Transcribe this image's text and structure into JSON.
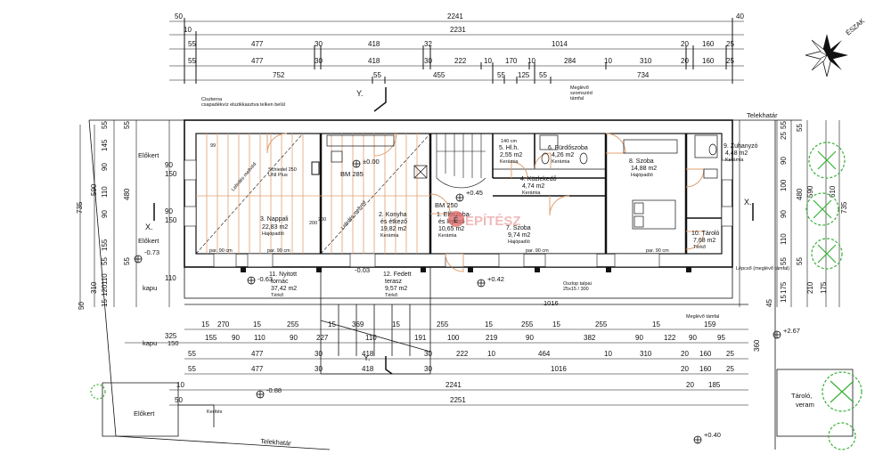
{
  "colors": {
    "wall": "#111111",
    "door": "#e0a070",
    "tree": "#39b139",
    "watermark": "#e06666",
    "accent": "#c0392b"
  },
  "icons": {
    "compass": "compass-rose-icon",
    "tree": "tree-icon",
    "watermark": "watermark-logo-icon"
  },
  "top_dims": {
    "row1": [
      "50",
      "2241",
      "40"
    ],
    "row2": [
      "10",
      "2231"
    ],
    "row3": [
      "55",
      "477",
      "30",
      "418",
      "32",
      "1014",
      "20",
      "160",
      "25"
    ],
    "row4": [
      "55",
      "477",
      "30",
      "418",
      "30",
      "222",
      "10",
      "170",
      "10",
      "284",
      "10",
      "310",
      "20",
      "160",
      "25"
    ],
    "row5": [
      "752",
      "55",
      "455",
      "55",
      "125",
      "55",
      "734"
    ]
  },
  "bottom_dims": {
    "row1": [
      "15",
      "270",
      "15",
      "255",
      "15",
      "369",
      "15",
      "255",
      "15",
      "255",
      "15",
      "255",
      "15",
      "159"
    ],
    "row2": [
      "325",
      "155",
      "90",
      "110",
      "90",
      "227",
      "110",
      "191",
      "100",
      "219",
      "90",
      "382",
      "90",
      "122",
      "90",
      "95"
    ],
    "kapu150": "150",
    "row3": [
      "55",
      "477",
      "30",
      "418",
      "30",
      "222",
      "10",
      "464",
      "10",
      "310",
      "20",
      "160",
      "25"
    ],
    "row4": [
      "55",
      "477",
      "30",
      "418",
      "30",
      "1016",
      "20",
      "160",
      "25"
    ],
    "row5": [
      "10",
      "2241",
      "20",
      "185"
    ],
    "row6": [
      "50",
      "2251"
    ]
  },
  "left_dims": {
    "outer": [
      "735"
    ],
    "col_a": [
      "590",
      "310"
    ],
    "col_b": [
      "55",
      "145",
      "90",
      "110",
      "90",
      "155",
      "55",
      "110",
      "120",
      "15"
    ],
    "col_c": [
      "55",
      "480",
      "55",
      "50"
    ],
    "col_d": [
      "90",
      "150",
      "90",
      "150",
      "110"
    ]
  },
  "right_dims": {
    "col_a": [
      "55",
      "25",
      "90",
      "100",
      "90",
      "110",
      "55",
      "175",
      "15",
      "45"
    ],
    "col_b": [
      "55",
      "480",
      "55"
    ],
    "col_c": [
      "590",
      "610",
      "735"
    ],
    "col_d": [
      "210",
      "175",
      "360"
    ]
  },
  "labels": {
    "north": "ÉSZAK",
    "telekhatar": "Telekhatár",
    "elokert": "Előkert",
    "kapu": "kapu",
    "cisterna": "Ciszterna",
    "cisterna_note": "csapadékvíz elszikkasztva telken belül",
    "megleveo_top": "Meglévő",
    "megleveo_top2": "szomszéd",
    "megleveo_top3": "támfal",
    "megleveo_bottom": "Meglévő támfal",
    "loepcso": "Lépcső (meglévő támfal)",
    "oszlop": "Oszlop talpai",
    "oszlop_dim": "25x15 / 300",
    "dim_1016": "1016",
    "kerites": "Kerítés",
    "taroloveram": "Tároló,",
    "veram2": "veram",
    "x_mark": "X.",
    "y_mark": "Y.",
    "schiedel": "Schiedel 250",
    "schiedel2": "UNI Plus",
    "bm285": "BM 285",
    "bm250": "BM 250",
    "lefedes1": "Lefedés\nmellvéd",
    "parapet": "par. 90 cm",
    "dim_99": "99",
    "dim_200_240": "200\n240",
    "dim_200": "200",
    "dim_90_210": "90\n210",
    "dim_140": "140 cm"
  },
  "rooms": [
    {
      "num": "1.",
      "name": "Előszoba",
      "extra": "és lépcső",
      "area": "10,65 m2",
      "floor": "Kerámia"
    },
    {
      "num": "2.",
      "name": "Konyha",
      "extra": "és étkező",
      "area": "19,82 m2",
      "floor": "Kerámia"
    },
    {
      "num": "3.",
      "name": "Nappali",
      "area": "22,83 m2",
      "floor": "Hajópadló"
    },
    {
      "num": "4.",
      "name": "Közlekedő",
      "area": "4,74 m2",
      "floor": "Kerámia"
    },
    {
      "num": "5.",
      "name": "Hl.h.",
      "area": "2,55 m2",
      "floor": "Kerámia"
    },
    {
      "num": "6.",
      "name": "Fürdőszoba",
      "area": "4,26 m2",
      "floor": "Kerámia"
    },
    {
      "num": "7.",
      "name": "Szoba",
      "area": "9,74 m2",
      "floor": "Hajópadló"
    },
    {
      "num": "8.",
      "name": "Szoba",
      "area": "14,88 m2",
      "floor": "Hajópadló"
    },
    {
      "num": "9.",
      "name": "Zuhanyzó",
      "area": "4,48 m2",
      "floor": "Kerámia"
    },
    {
      "num": "10.",
      "name": "Tároló",
      "area": "7,68 m2",
      "floor": "Térkő"
    },
    {
      "num": "11.",
      "name": "Nyitott",
      "extra": "tornác",
      "area": "37,42 m2",
      "floor": "Térkő"
    },
    {
      "num": "12.",
      "name": "Fedett",
      "extra": "terasz",
      "area": "9,57 m2",
      "floor": "Térkő"
    }
  ],
  "levels": [
    "±0.00",
    "+0.45",
    "-0.73",
    "-0.63",
    "-0.03",
    "+0.42",
    "-0.88",
    "+2.67",
    "+0.40"
  ],
  "watermark": "ÉPÍTÉSZ"
}
